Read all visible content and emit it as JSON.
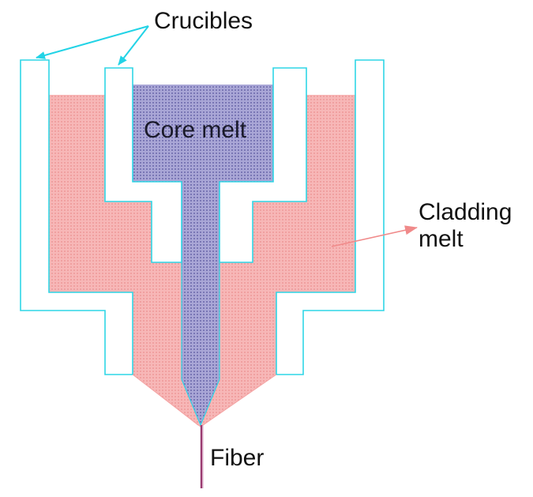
{
  "labels": {
    "crucibles": "Crucibles",
    "core_melt": "Core melt",
    "cladding_line1": "Cladding",
    "cladding_line2": "melt",
    "fiber": "Fiber"
  },
  "colors": {
    "crucible_outline": "#2fd6e6",
    "cladding_fill": "#f4a3a3",
    "core_fill": "#8a86c2",
    "fiber_line": "#9a3a70",
    "arrow_cyan": "#22d3e6",
    "arrow_pink": "#f08a8a"
  }
}
